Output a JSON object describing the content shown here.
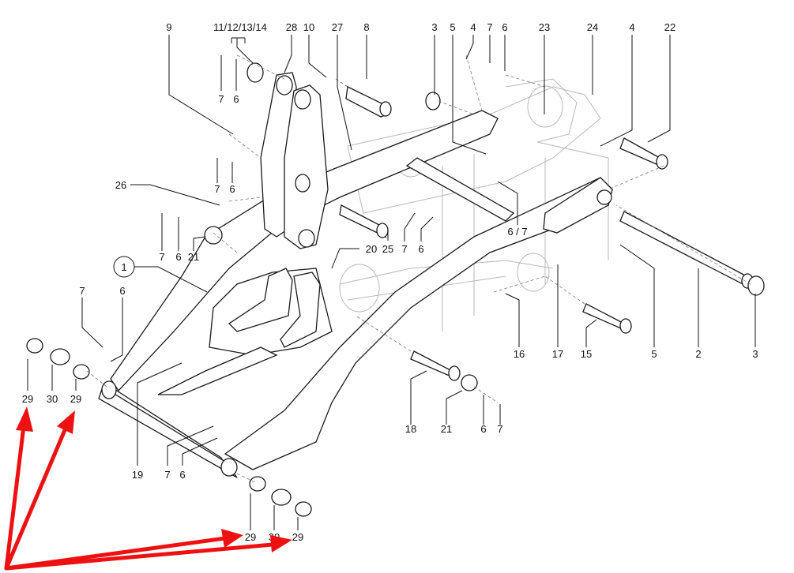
{
  "diagram": {
    "title": "Loader arm assembly – exploded parts view",
    "callouts": {
      "c9": "9",
      "c11_14": "11/12/13/14",
      "c28": "28",
      "c10": "10",
      "c27": "27",
      "c8": "8",
      "c3_top": "3",
      "c5_top": "5",
      "c4_top": "4",
      "c7_top": "7",
      "c6_top": "6",
      "c23": "23",
      "c24": "24",
      "c4_right": "4",
      "c22": "22",
      "c7_a": "7",
      "c6_a": "6",
      "c7_b": "7",
      "c6_b": "6",
      "c26": "26",
      "c7_c": "7",
      "c6_c": "6",
      "c21_a": "21",
      "c1": "1",
      "c20": "20",
      "c25": "25",
      "c7_d": "7",
      "c6_d": "6",
      "c6_7": "6 / 7",
      "c7_e": "7",
      "c6_e": "6",
      "c29_a": "29",
      "c30_a": "30",
      "c29_b": "29",
      "c19": "19",
      "c7_f": "7",
      "c6_f": "6",
      "c29_c": "29",
      "c30_b": "30",
      "c29_d": "29",
      "c16": "16",
      "c17": "17",
      "c15": "15",
      "c5_right": "5",
      "c2": "2",
      "c3_right": "3",
      "c18": "18",
      "c21_b": "21",
      "c6_g": "6",
      "c7_g": "7"
    },
    "annotation": {
      "type": "red-arrows",
      "color": "#ee1111",
      "targets": [
        "29",
        "29",
        "29",
        "29"
      ]
    }
  }
}
